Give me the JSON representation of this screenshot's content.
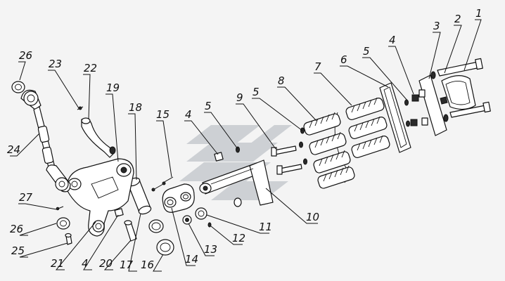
{
  "diagram": {
    "type": "exploded-assembly",
    "callouts": [
      {
        "id": "c1",
        "label": "1"
      },
      {
        "id": "c2",
        "label": "2"
      },
      {
        "id": "c3",
        "label": "3"
      },
      {
        "id": "c4a",
        "label": "4"
      },
      {
        "id": "c5a",
        "label": "5"
      },
      {
        "id": "c6",
        "label": "6"
      },
      {
        "id": "c7",
        "label": "7"
      },
      {
        "id": "c8",
        "label": "8"
      },
      {
        "id": "c5b",
        "label": "5"
      },
      {
        "id": "c9",
        "label": "9"
      },
      {
        "id": "c5c",
        "label": "5"
      },
      {
        "id": "c4b",
        "label": "4"
      },
      {
        "id": "c10",
        "label": "10"
      },
      {
        "id": "c11",
        "label": "11"
      },
      {
        "id": "c12",
        "label": "12"
      },
      {
        "id": "c13",
        "label": "13"
      },
      {
        "id": "c14",
        "label": "14"
      },
      {
        "id": "c15",
        "label": "15"
      },
      {
        "id": "c16",
        "label": "16"
      },
      {
        "id": "c17",
        "label": "17"
      },
      {
        "id": "c18",
        "label": "18"
      },
      {
        "id": "c19",
        "label": "19"
      },
      {
        "id": "c20",
        "label": "20"
      },
      {
        "id": "c4c",
        "label": "4"
      },
      {
        "id": "c21",
        "label": "21"
      },
      {
        "id": "c22",
        "label": "22"
      },
      {
        "id": "c23",
        "label": "23"
      },
      {
        "id": "c24",
        "label": "24"
      },
      {
        "id": "c25",
        "label": "25"
      },
      {
        "id": "c26a",
        "label": "26"
      },
      {
        "id": "c26b",
        "label": "26"
      },
      {
        "id": "c27",
        "label": "27"
      }
    ]
  }
}
